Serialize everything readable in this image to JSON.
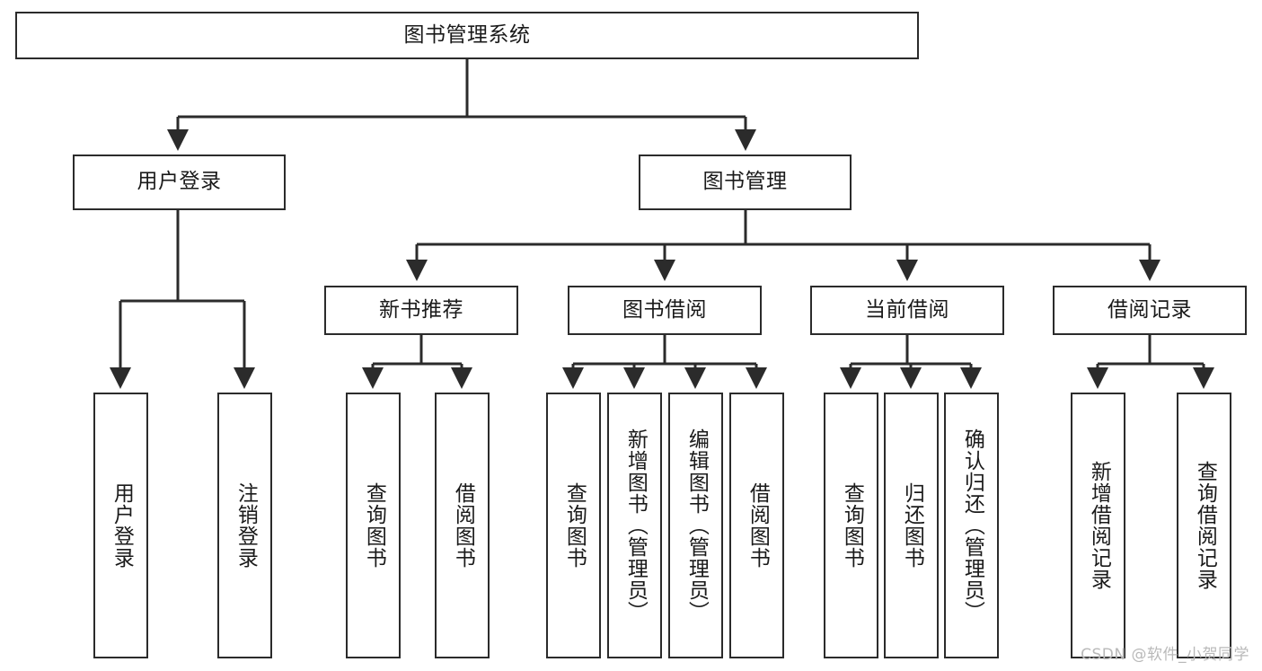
{
  "diagram": {
    "type": "tree-hierarchy",
    "title": "图书管理系统",
    "root": {
      "label": "图书管理系统",
      "orientation": "horizontal"
    },
    "level1": [
      {
        "label": "用户登录",
        "orientation": "horizontal"
      },
      {
        "label": "图书管理",
        "orientation": "horizontal"
      }
    ],
    "level2": [
      {
        "label": "新书推荐",
        "orientation": "horizontal"
      },
      {
        "label": "图书借阅",
        "orientation": "horizontal"
      },
      {
        "label": "当前借阅",
        "orientation": "horizontal"
      },
      {
        "label": "借阅记录",
        "orientation": "horizontal"
      }
    ],
    "leaves": {
      "user_login": [
        {
          "label": "用户登录",
          "orientation": "vertical"
        },
        {
          "label": "注销登录",
          "orientation": "vertical"
        }
      ],
      "new_book_recommend": [
        {
          "label": "查询图书",
          "orientation": "vertical"
        },
        {
          "label": "借阅图书",
          "orientation": "vertical"
        }
      ],
      "book_borrow": [
        {
          "label": "查询图书",
          "orientation": "vertical"
        },
        {
          "label": "新增图书（管理员）",
          "orientation": "vertical"
        },
        {
          "label": "编辑图书（管理员）",
          "orientation": "vertical"
        },
        {
          "label": "借阅图书",
          "orientation": "vertical"
        }
      ],
      "current_borrow": [
        {
          "label": "查询图书",
          "orientation": "vertical"
        },
        {
          "label": "归还图书",
          "orientation": "vertical"
        },
        {
          "label": "确认归还（管理员）",
          "orientation": "vertical"
        }
      ],
      "borrow_record": [
        {
          "label": "新增借阅记录",
          "orientation": "vertical"
        },
        {
          "label": "查询借阅记录",
          "orientation": "vertical"
        }
      ]
    }
  },
  "watermark": {
    "text": "CSDN @软件_小贺同学"
  },
  "colors": {
    "stroke": "#2b2b2b",
    "background": "#ffffff",
    "text": "#1a1a1a",
    "watermark": "#b9b9b9"
  }
}
